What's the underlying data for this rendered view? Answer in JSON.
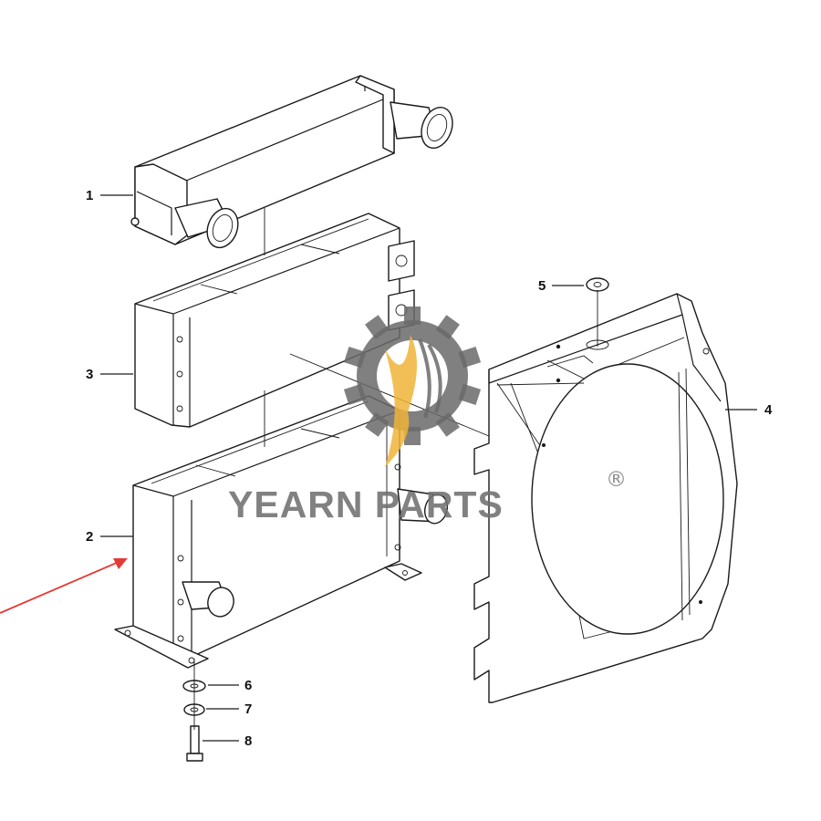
{
  "callouts": [
    {
      "id": "1",
      "label": "1"
    },
    {
      "id": "2",
      "label": "2"
    },
    {
      "id": "3",
      "label": "3"
    },
    {
      "id": "4",
      "label": "4"
    },
    {
      "id": "5",
      "label": "5"
    },
    {
      "id": "6",
      "label": "6"
    },
    {
      "id": "7",
      "label": "7"
    },
    {
      "id": "8",
      "label": "8"
    }
  ],
  "watermark": {
    "brand": "YEARN PARTS",
    "registered_mark": "®",
    "gear_color": "#6a6a6a",
    "flame_color": "#f0b43a"
  },
  "highlight_arrow_color": "#e53935",
  "line_color": "#1a1a1a"
}
